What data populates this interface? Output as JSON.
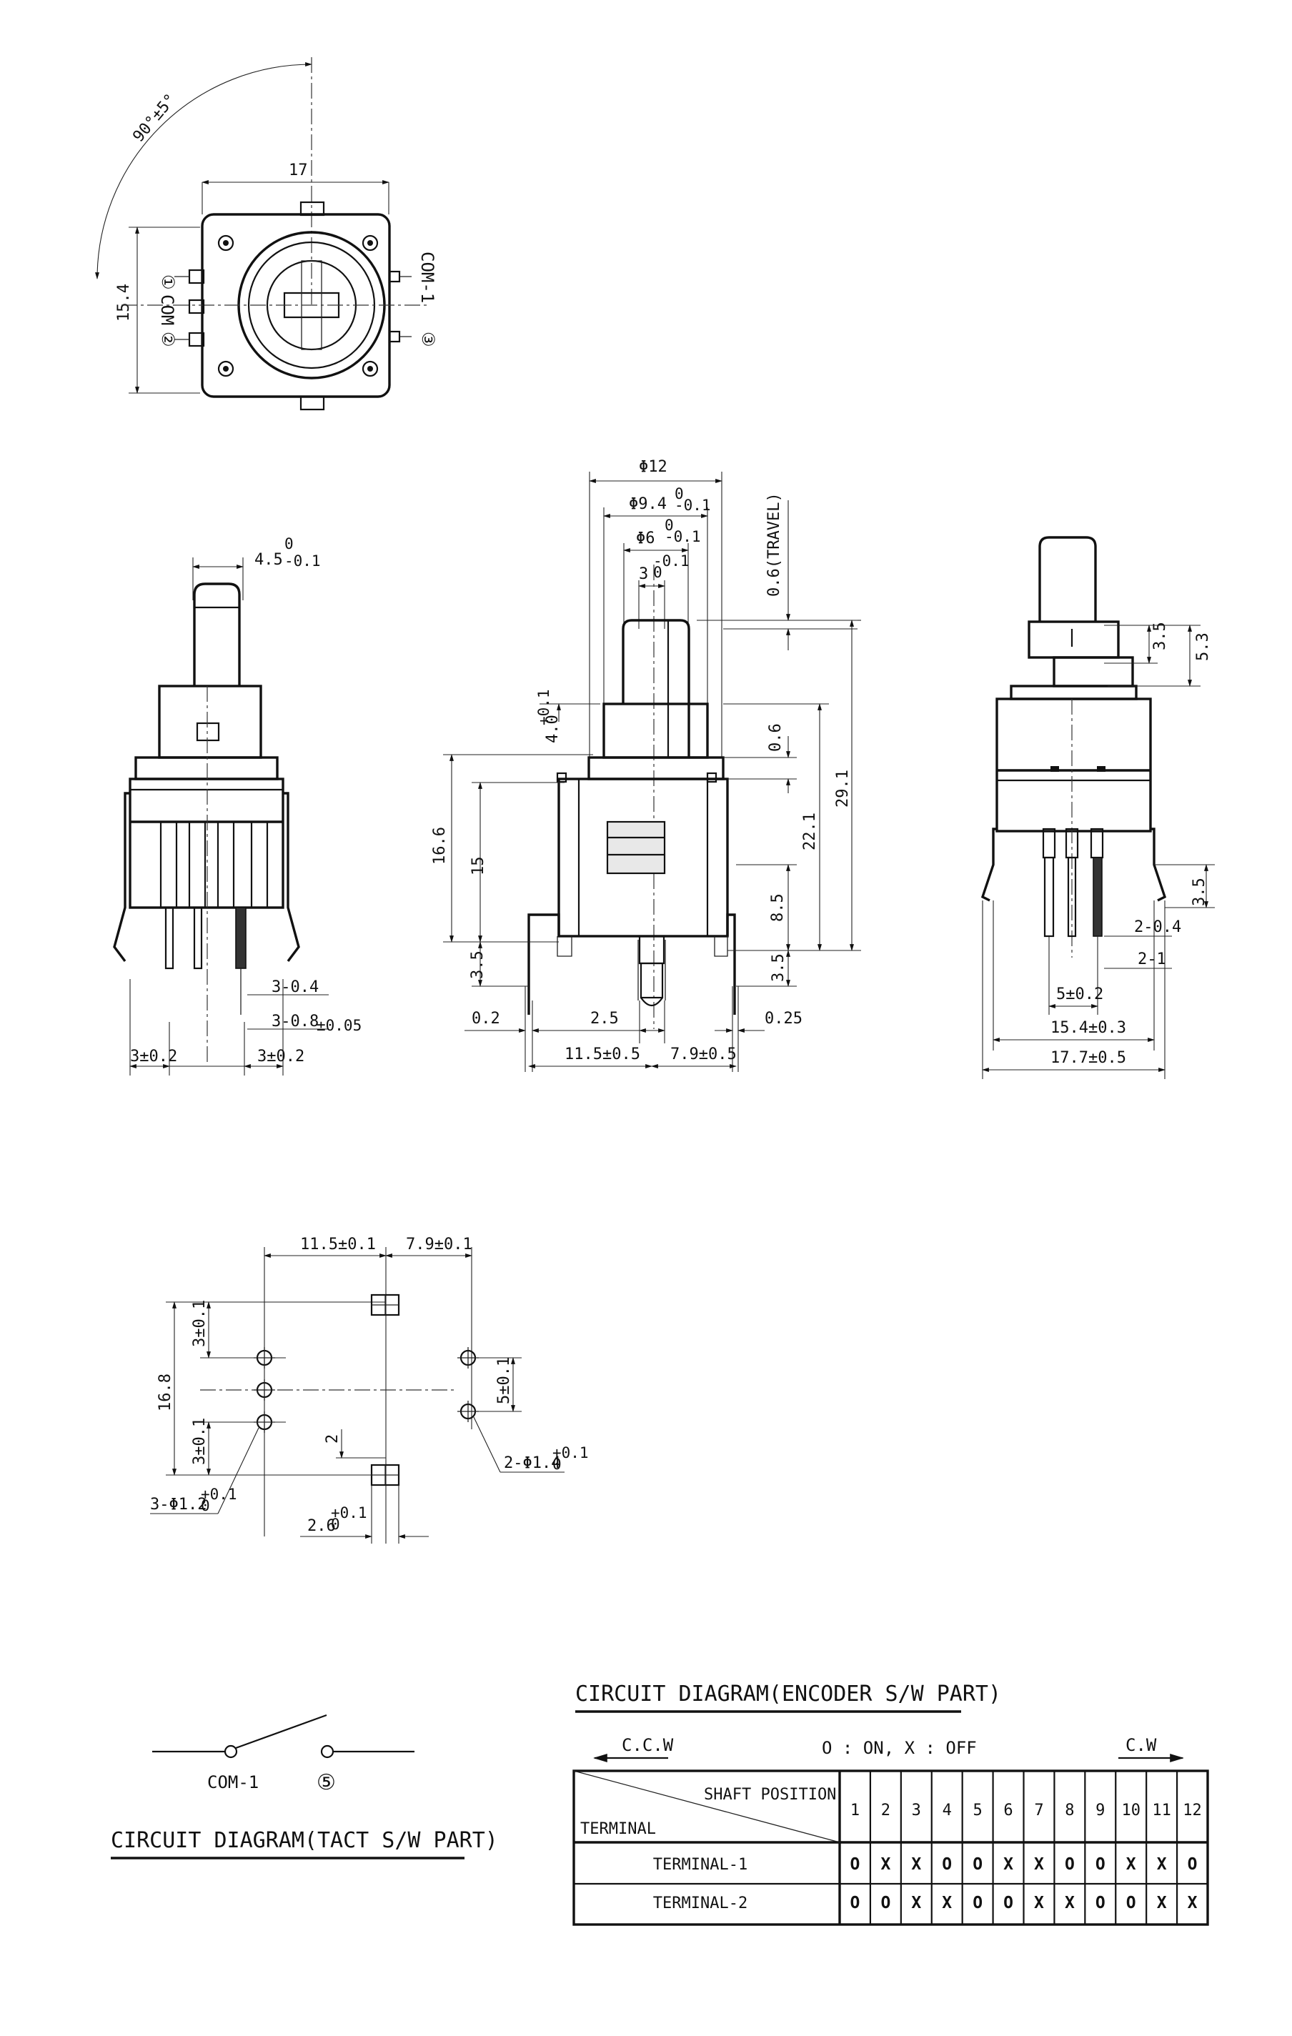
{
  "top_view": {
    "angle": "90°±5°",
    "width": "17",
    "height": "15.4",
    "com_left": "COM",
    "com_right": "COM-1",
    "pin1": "①",
    "pin2": "②",
    "pin3": "③"
  },
  "side_left": {
    "shaft_offset": "4.5",
    "shaft_offset_tol_top": "0",
    "shaft_offset_tol_bot": "-0.1",
    "pin_thk": "3-0.4",
    "pin_w": "3-0.8",
    "pin_w_tol": "±0.05",
    "left_edge": "3±0.2",
    "right_edge": "3±0.2"
  },
  "front": {
    "d_outer": "Φ12",
    "d_mid": "Φ9.4",
    "d_mid_tol_top": "0",
    "d_mid_tol_bot": "-0.1",
    "d_inner": "Φ6",
    "d_inner_tol_top": "0",
    "d_inner_tol_bot": "-0.1",
    "d_flat": "3",
    "d_flat_tol_top": "-0.1",
    "d_flat_tol_bot": "0",
    "travel": "0.6(TRAVEL)",
    "h_shaft": "4.0",
    "h_shaft_tol": "+0.1",
    "h_body": "16.6",
    "h_15": "15",
    "h_06": "0.6",
    "h_221": "22.1",
    "h_291": "29.1",
    "h_85": "8.5",
    "pin_left": "3.5",
    "pin_right": "3.5",
    "off_left": "0.2",
    "off_right": "0.25",
    "pitch": "2.5",
    "w_left": "11.5±0.5",
    "w_right": "7.9±0.5"
  },
  "side_right": {
    "h_35_top": "3.5",
    "h_53": "5.3",
    "h_35_bot": "3.5",
    "pin_04": "2-0.4",
    "pin_1": "2-1",
    "pitch": "5±0.2",
    "inner_w": "15.4±0.3",
    "outer_w": "17.7±0.5"
  },
  "pcb": {
    "w_left": "11.5±0.1",
    "w_right": "7.9±0.1",
    "h": "16.8",
    "p_top": "3±0.1",
    "p_bot": "3±0.1",
    "spacing": "5±0.1",
    "mid": "2",
    "hole_right": "2-Φ1.4",
    "hole_right_tol_top": "+0.1",
    "hole_right_tol_bot": "0",
    "hole_left": "3-Φ1.2",
    "hole_left_tol_top": "+0.1",
    "hole_left_tol_bot": "0",
    "slot": "2.6",
    "slot_tol_top": "+0.1",
    "slot_tol_bot": "0"
  },
  "tact": {
    "com": "COM-1",
    "pin": "⑤",
    "title": "CIRCUIT DIAGRAM(TACT S/W PART)"
  },
  "encoder": {
    "title": "CIRCUIT DIAGRAM(ENCODER S/W PART)",
    "ccw": "C.C.W",
    "cw": "C.W",
    "legend": "O : ON, X : OFF",
    "header_shaft": "SHAFT POSITION",
    "header_terminal": "TERMINAL",
    "positions": [
      "1",
      "2",
      "3",
      "4",
      "5",
      "6",
      "7",
      "8",
      "9",
      "10",
      "11",
      "12"
    ],
    "rows": [
      {
        "label": "TERMINAL-1",
        "values": [
          "O",
          "X",
          "X",
          "O",
          "O",
          "X",
          "X",
          "O",
          "O",
          "X",
          "X",
          "O"
        ]
      },
      {
        "label": "TERMINAL-2",
        "values": [
          "O",
          "O",
          "X",
          "X",
          "O",
          "O",
          "X",
          "X",
          "O",
          "O",
          "X",
          "X"
        ]
      }
    ]
  }
}
